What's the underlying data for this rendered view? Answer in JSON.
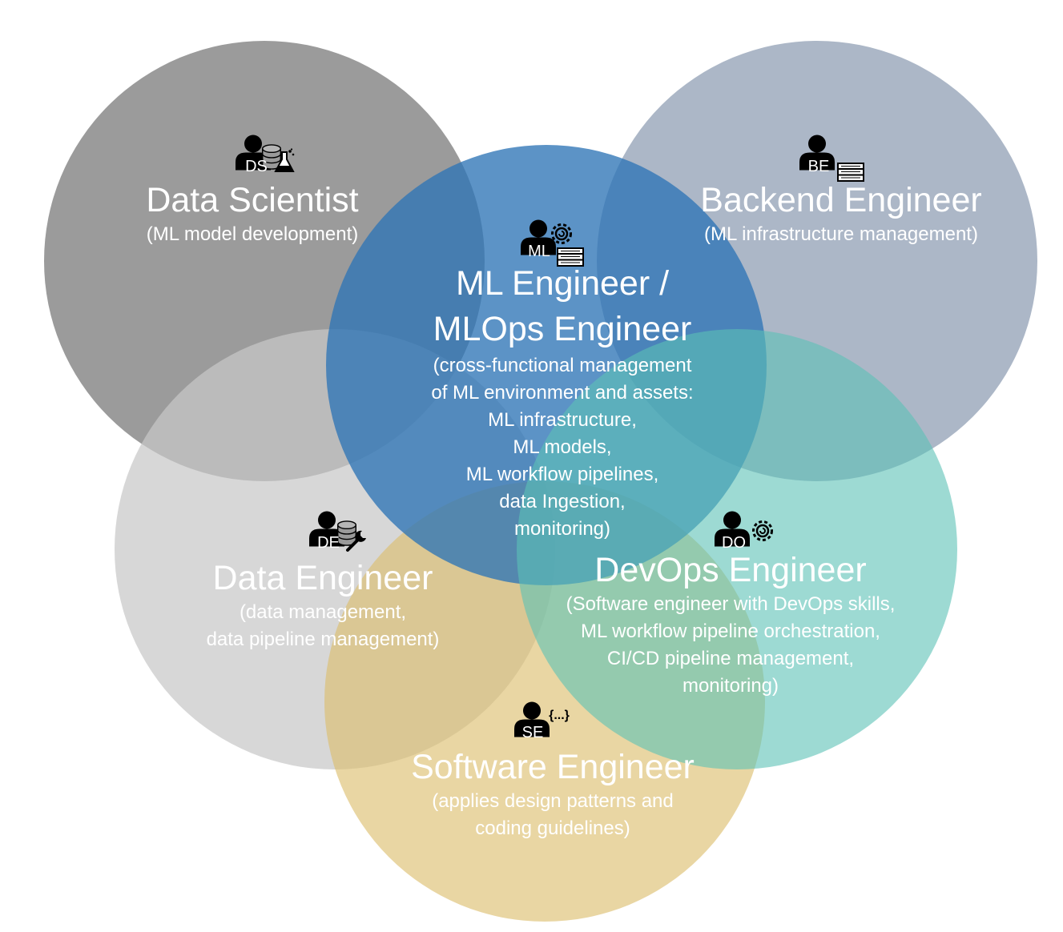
{
  "colors": {
    "data_scientist": "#7f7f7f",
    "backend_engineer": "#8595ad",
    "ml_engineer": "#2e75b6",
    "data_engineer": "#c8c8c8",
    "devops_engineer": "#5bc2b6",
    "software_engineer": "#dbbd6b",
    "text": "#ffffff"
  },
  "roles": {
    "data_scientist": {
      "badge": "DS",
      "icon": "data-scientist-person-database-flask-icon",
      "title": "Data Scientist",
      "subtitle_lines": [
        "(ML model development)"
      ]
    },
    "backend_engineer": {
      "badge": "BE",
      "icon": "backend-engineer-person-server-icon",
      "title": "Backend Engineer",
      "subtitle_lines": [
        "(ML infrastructure management)"
      ]
    },
    "ml_engineer": {
      "badge": "ML",
      "icon": "ml-engineer-person-gear-server-icon",
      "title_lines": [
        "ML Engineer /",
        "MLOps Engineer"
      ],
      "subtitle_lines": [
        "(cross-functional management",
        "of ML environment and assets:",
        "ML infrastructure,",
        "ML models,",
        "ML workflow pipelines,",
        "data Ingestion,",
        "monitoring)"
      ]
    },
    "data_engineer": {
      "badge": "DE",
      "icon": "data-engineer-person-database-wrench-icon",
      "title": "Data Engineer",
      "subtitle_lines": [
        "(data management,",
        "data pipeline management)"
      ]
    },
    "devops_engineer": {
      "badge": "DO",
      "icon": "devops-engineer-person-gear-icon",
      "title": "DevOps Engineer",
      "subtitle_lines": [
        "(Software engineer with DevOps skills,",
        "ML workflow pipeline orchestration,",
        "CI/CD pipeline management,",
        "monitoring)"
      ]
    },
    "software_engineer": {
      "badge": "SE",
      "icon_text": "{...}",
      "icon": "software-engineer-person-code-braces-icon",
      "title": "Software Engineer",
      "subtitle_lines": [
        "(applies design patterns and",
        "coding guidelines)"
      ]
    }
  }
}
